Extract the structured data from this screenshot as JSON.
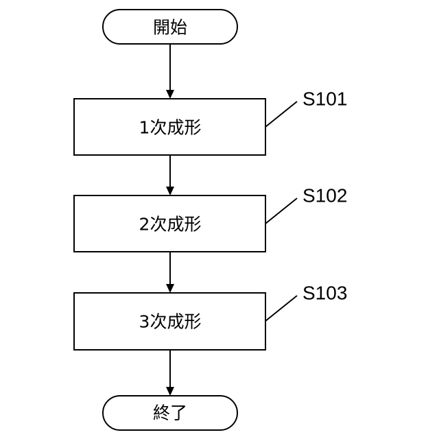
{
  "diagram": {
    "start": {
      "label": "開始"
    },
    "steps": [
      {
        "label": "1次成形",
        "step_id": "S101"
      },
      {
        "label": "2次成形",
        "step_id": "S102"
      },
      {
        "label": "3次成形",
        "step_id": "S103"
      }
    ],
    "end": {
      "label": "終了"
    }
  }
}
